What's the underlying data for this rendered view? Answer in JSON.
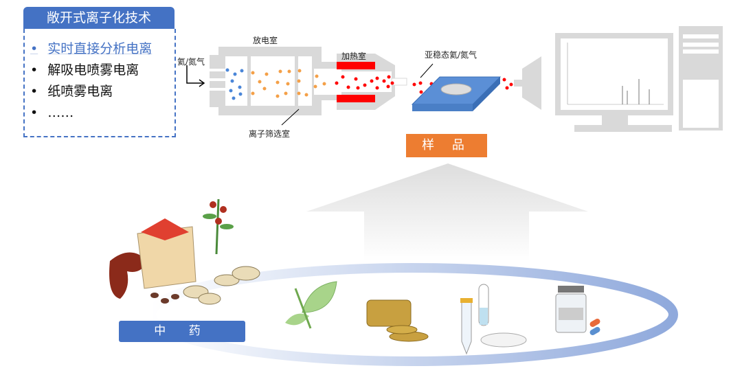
{
  "technique_box": {
    "title": "敞开式离子化技术",
    "items": [
      "实时直接分析电离",
      "解吸电喷雾电离",
      "纸喷雾电离",
      "……"
    ]
  },
  "apparatus": {
    "gas_label": "氦/氮气",
    "discharge_label": "放电室",
    "filter_label": "离子筛选室",
    "heater_label": "加热室",
    "metastable_label": "亚稳态氦/氮气"
  },
  "sample_label": "样 品",
  "herb_label": "中 药",
  "colors": {
    "blue": "#4472c4",
    "orange": "#ed7d31",
    "red": "#ff0000",
    "gray": "#d9d9d9"
  }
}
